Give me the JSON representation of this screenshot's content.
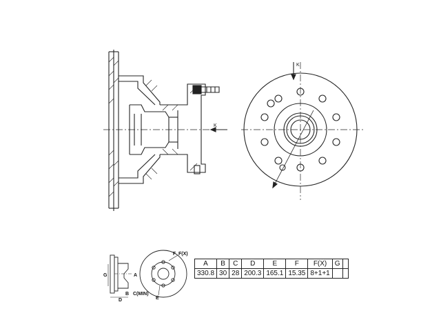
{
  "main_view": {
    "section_label_top": "K",
    "section_label_side": "K"
  },
  "legend_view": {
    "label_g": "G",
    "label_a": "A",
    "label_b": "B",
    "label_c": "C(MIN)",
    "label_d": "D",
    "label_e": "E",
    "label_f": "F",
    "label_fx": "F(X)"
  },
  "spec_table": {
    "headers": [
      "A",
      "B",
      "C",
      "D",
      "E",
      "F",
      "F(X)",
      "G"
    ],
    "values": [
      "330.8",
      "30",
      "28",
      "200.3",
      "165.1",
      "15.35",
      "8+1+1",
      ""
    ]
  }
}
